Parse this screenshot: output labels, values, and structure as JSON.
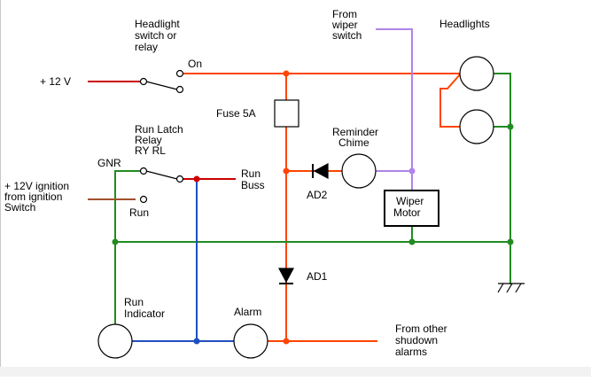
{
  "labels": {
    "headlight_switch": [
      "Headlight",
      "switch or",
      "relay"
    ],
    "on": "On",
    "plus12v": "+ 12 V",
    "fuse": "Fuse 5A",
    "from_wiper": [
      "From",
      "wiper",
      "switch"
    ],
    "headlights": "Headlights",
    "reminder_chime": [
      "Reminder",
      "Chime"
    ],
    "run_latch_relay": [
      "Run Latch",
      "Relay",
      "RY RL"
    ],
    "gnr": "GNR",
    "run_buss": [
      "Run",
      "Buss"
    ],
    "ignition": [
      "+ 12V ignition",
      "from ignition",
      "Switch"
    ],
    "run": "Run",
    "ad2": "AD2",
    "wiper_motor": [
      "Wiper",
      "Motor"
    ],
    "ad1": "AD1",
    "run_indicator": [
      "Run",
      "Indicator"
    ],
    "alarm": "Alarm",
    "from_other": [
      "From other",
      "shudown",
      "alarms"
    ]
  },
  "colors": {
    "power": "#ff4500",
    "battery": "#cc0000",
    "ground": "#228b22",
    "run_buss": "#1f4fbf",
    "wiper": "#b084e8",
    "ignition": "#a0522d"
  }
}
